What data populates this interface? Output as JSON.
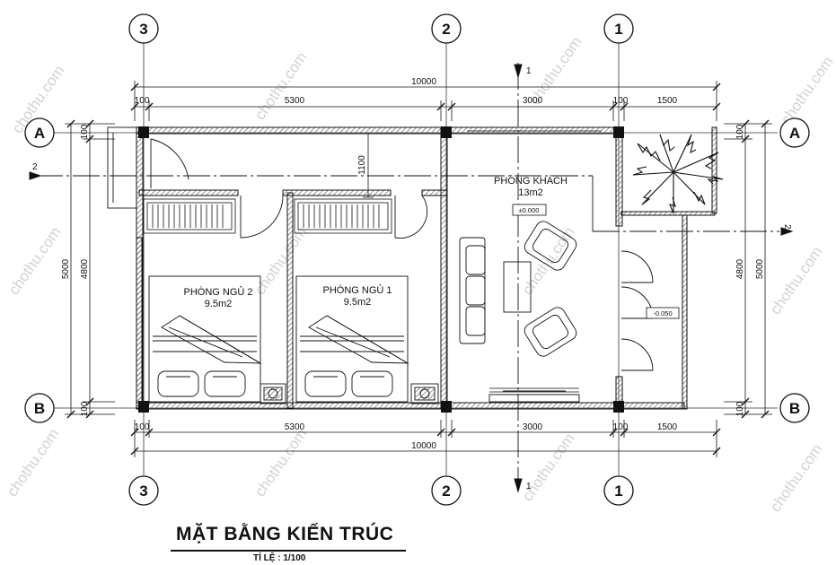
{
  "drawing": {
    "title": "MẶT BẰNG KIẾN TRÚC",
    "scale": "TỈ LỆ : 1/100"
  },
  "axes": {
    "columns": [
      "3",
      "2",
      "1"
    ],
    "rows": [
      "A",
      "B"
    ]
  },
  "section_marks": {
    "vertical": "1",
    "horizontal": "2"
  },
  "dimensions": {
    "total_width": "10000",
    "wall_thickness": "100",
    "bedroom_span": "5300",
    "living_span": "3000",
    "balcony_span": "1500",
    "total_depth": "5000",
    "inner_depth": "4800",
    "corridor_width": "1100"
  },
  "rooms": {
    "bedroom_2": {
      "name": "PHÒNG NGỦ 2",
      "area": "9.5m2"
    },
    "bedroom_1": {
      "name": "PHÒNG NGỦ 1",
      "area": "9.5m2"
    },
    "living_room": {
      "name": "PHÒNG KHÁCH",
      "area": "13m2"
    }
  },
  "levels": {
    "floor": "±0.000",
    "balcony": "-0.050"
  },
  "watermark": "chothu.com",
  "colors": {
    "line": "#111111",
    "wall_hatch": "#6e6e6e",
    "watermark": "#d2d2d2"
  }
}
